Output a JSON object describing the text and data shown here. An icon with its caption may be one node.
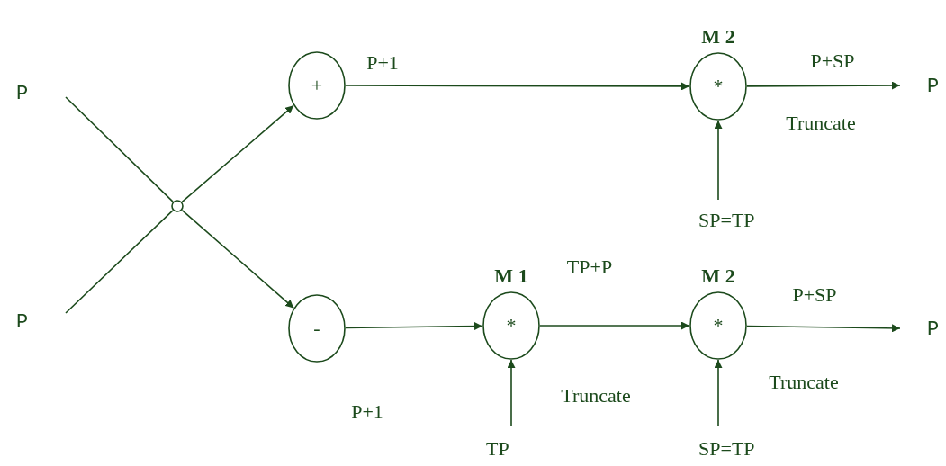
{
  "diagram": {
    "nodes": [
      {
        "text": [
          "P"
        ]
      },
      {
        "text": [
          "P"
        ]
      },
      {
        "text": [],
        "shape": "circle"
      },
      {
        "text": [
          "+"
        ]
      },
      {
        "text": [
          "-"
        ]
      },
      {
        "text": [
          "M 2",
          "*"
        ],
        "beside": [
          "Truncate"
        ]
      },
      {
        "text": [
          "M 1",
          "*"
        ],
        "beside": [
          "Truncate"
        ]
      },
      {
        "text": [
          "M 2",
          "*"
        ],
        "beside": [
          "Truncate"
        ]
      },
      {
        "text": [
          "P"
        ]
      },
      {
        "text": [
          "P"
        ]
      },
      {
        "text": [
          "SP=TP"
        ]
      },
      {
        "text": [
          "TP"
        ]
      },
      {
        "text": [
          "SP=TP"
        ]
      }
    ],
    "edges": [
      {
        "from": 0,
        "to": 2,
        "arrow": "none"
      },
      {
        "from": 1,
        "to": 2,
        "arrow": "none"
      },
      {
        "from": 2,
        "to": 3,
        "arrow": "to"
      },
      {
        "from": 2,
        "to": 4,
        "arrow": "to"
      },
      {
        "from": 3,
        "to": 5,
        "arrow": "to",
        "label": "P+1"
      },
      {
        "from": 5,
        "to": 8,
        "arrow": "to",
        "label": "P+SP"
      },
      {
        "from": 10,
        "to": 5,
        "arrow": "to"
      },
      {
        "from": 4,
        "to": 6,
        "arrow": "to",
        "label": "P+1"
      },
      {
        "from": 6,
        "to": 7,
        "arrow": "to",
        "label": "TP+P"
      },
      {
        "from": 11,
        "to": 6,
        "arrow": "to"
      },
      {
        "from": 7,
        "to": 9,
        "arrow": "to",
        "label": "P+SP"
      },
      {
        "from": 12,
        "to": 7,
        "arrow": "to"
      }
    ]
  }
}
